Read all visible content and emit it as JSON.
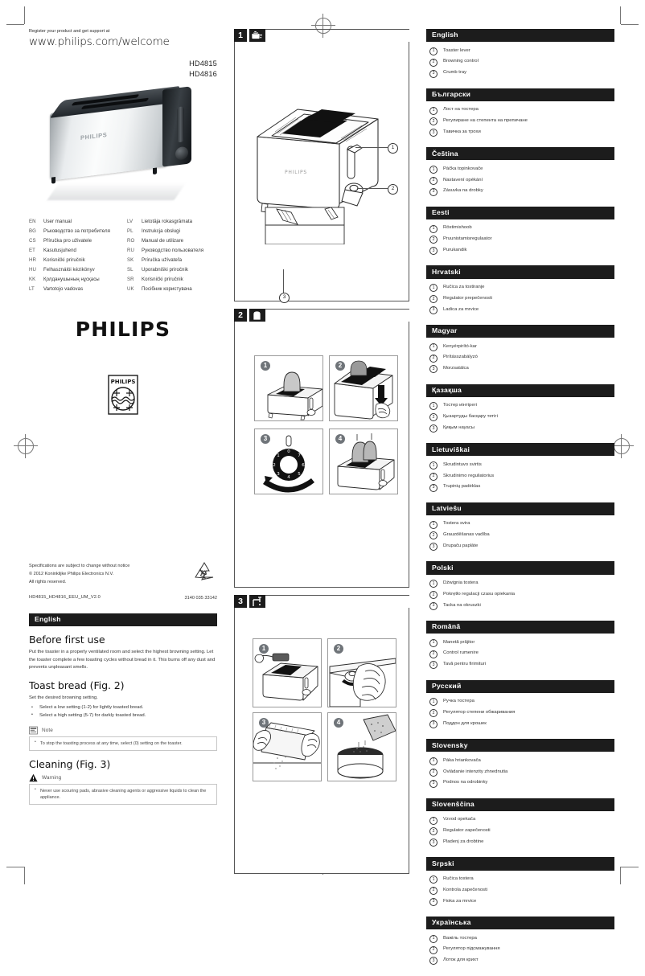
{
  "header": {
    "register_text": "Register your product and get support at",
    "url": "www.philips.com/welcome",
    "models": [
      "HD4815",
      "HD4816"
    ]
  },
  "product_photo": {
    "brand_mark": "PHILIPS"
  },
  "language_index": {
    "left": [
      {
        "code": "EN",
        "name": "User manual"
      },
      {
        "code": "BG",
        "name": "Ръководство за потребителя"
      },
      {
        "code": "CS",
        "name": "Příručka pro uživatele"
      },
      {
        "code": "ET",
        "name": "Kasutusjuhend"
      },
      {
        "code": "HR",
        "name": "Korisnički priručnik"
      },
      {
        "code": "HU",
        "name": "Felhasználói kézikönyv"
      },
      {
        "code": "KK",
        "name": "Қолданушының нұсқасы"
      },
      {
        "code": "LT",
        "name": "Vartotojo vadovas"
      }
    ],
    "right": [
      {
        "code": "LV",
        "name": "Lietotāja rokasgrāmata"
      },
      {
        "code": "PL",
        "name": "Instrukcja obsługi"
      },
      {
        "code": "RO",
        "name": "Manual de utilizare"
      },
      {
        "code": "RU",
        "name": "Руководство пользователя"
      },
      {
        "code": "SK",
        "name": "Príručka užívateľa"
      },
      {
        "code": "SL",
        "name": "Uporabniški priročnik"
      },
      {
        "code": "SR",
        "name": "Korisnički priručnik"
      },
      {
        "code": "UK",
        "name": "Посібник користувача"
      }
    ]
  },
  "brand": {
    "wordmark": "PHILIPS",
    "shield_text": "PHILIPS"
  },
  "legal": {
    "line1": "Specifications are subject to change without notice",
    "line2": "© 2012 Koninklijke Philips Electronics N.V.",
    "line3": "All rights reserved.",
    "doc_code": "HD4815_HD4816_EEU_UM_V2.0",
    "right_code": "3140 035 33142"
  },
  "english_manual": {
    "bar_label": "English",
    "before_first_use": {
      "title": "Before first use",
      "body": "Put the toaster in a properly ventilated room and select the highest browning setting. Let the toaster complete a few toasting cycles without bread in it. This burns off any dust and prevents unpleasant smells."
    },
    "toast_bread": {
      "title": "Toast bread (Fig. 2)",
      "intro": "Set the desired browning setting.",
      "bullets": [
        "Select a low setting (1-2) for lightly toasted bread.",
        "Select a high setting (5-7) for darkly toasted bread."
      ],
      "note_label": "Note",
      "note_body": "To stop the toasting process at any time, select (0) setting on the toaster."
    },
    "cleaning": {
      "title": "Cleaning (Fig. 3)",
      "warning_label": "Warning",
      "warning_body": "Never use scouring pads, abrasive cleaning agents or aggressive liquids to clean the appliance."
    }
  },
  "figures": [
    {
      "number": "1",
      "icon": "toaster-icon",
      "callouts": [
        "1",
        "2",
        "3"
      ]
    },
    {
      "number": "2",
      "icon": "bread-slice-icon",
      "steps": [
        "1",
        "2",
        "3",
        "4"
      ],
      "dial_labels": [
        "0",
        "1",
        "2",
        "3",
        "4",
        "5",
        "6",
        "7"
      ]
    },
    {
      "number": "3",
      "icon": "faucet-icon",
      "steps": [
        "1",
        "2",
        "3",
        "4"
      ]
    }
  ],
  "parts_lists": [
    {
      "language": "English",
      "items": [
        "Toaster lever",
        "Browning control",
        "Crumb tray"
      ]
    },
    {
      "language": "Български",
      "items": [
        "Лост на тостера",
        "Регулиране на степента на препичане",
        "Тавичка за трохи"
      ]
    },
    {
      "language": "Čeština",
      "items": [
        "Páčka topinkovače",
        "Nastavení opékání",
        "Zásuvka na drobky"
      ]
    },
    {
      "language": "Eesti",
      "items": [
        "Röstimishoob",
        "Pruunistamisregulaator",
        "Purukandik"
      ]
    },
    {
      "language": "Hrvatski",
      "items": [
        "Ručica za tostiranje",
        "Regulator prepečenosti",
        "Ladica za mrvice"
      ]
    },
    {
      "language": "Magyar",
      "items": [
        "Kenyérpirító-kar",
        "Pirításszabályzó",
        "Morzsatálca"
      ]
    },
    {
      "language": "Қазақша",
      "items": [
        "Тостер иінтірегі",
        "Қызартуды басқару тетігі",
        "Қиқым науасы"
      ]
    },
    {
      "language": "Lietuviškai",
      "items": [
        "Skrudintuvo svirtis",
        "Skrudinimo reguliatorius",
        "Trupinių padėklas"
      ]
    },
    {
      "language": "Latviešu",
      "items": [
        "Tostera svira",
        "Grauzdēšanas vadība",
        "Drupaču paplāte"
      ]
    },
    {
      "language": "Polski",
      "items": [
        "Dźwignia tostera",
        "Pokrętło regulacji czasu opiekania",
        "Tacka na okruszki"
      ]
    },
    {
      "language": "Română",
      "items": [
        "Manetă prăjitor",
        "Control rumenire",
        "Tavă pentru firimituri"
      ]
    },
    {
      "language": "Русский",
      "items": [
        "Ручка тостера",
        "Регулятор степени обжаривания",
        "Поддон для крошек"
      ]
    },
    {
      "language": "Slovensky",
      "items": [
        "Páka hriankovača",
        "Ovládanie intenzity zhnednutia",
        "Podnos na odrobinky"
      ]
    },
    {
      "language": "Slovenščina",
      "items": [
        "Vzvod opekača",
        "Regulator zapečenosti",
        "Pladenj za drobtine"
      ]
    },
    {
      "language": "Srpski",
      "items": [
        "Ručica tostera",
        "Kontrola zapečenosti",
        "Fioka za mrvice"
      ]
    },
    {
      "language": "Українська",
      "items": [
        "Важіль тостера",
        "Регулятор підсмажування",
        "Лоток для крихт"
      ]
    }
  ],
  "colors": {
    "bar_bg": "#1c1c1c",
    "bar_text": "#ffffff",
    "text": "#333333",
    "rule": "#555555"
  }
}
